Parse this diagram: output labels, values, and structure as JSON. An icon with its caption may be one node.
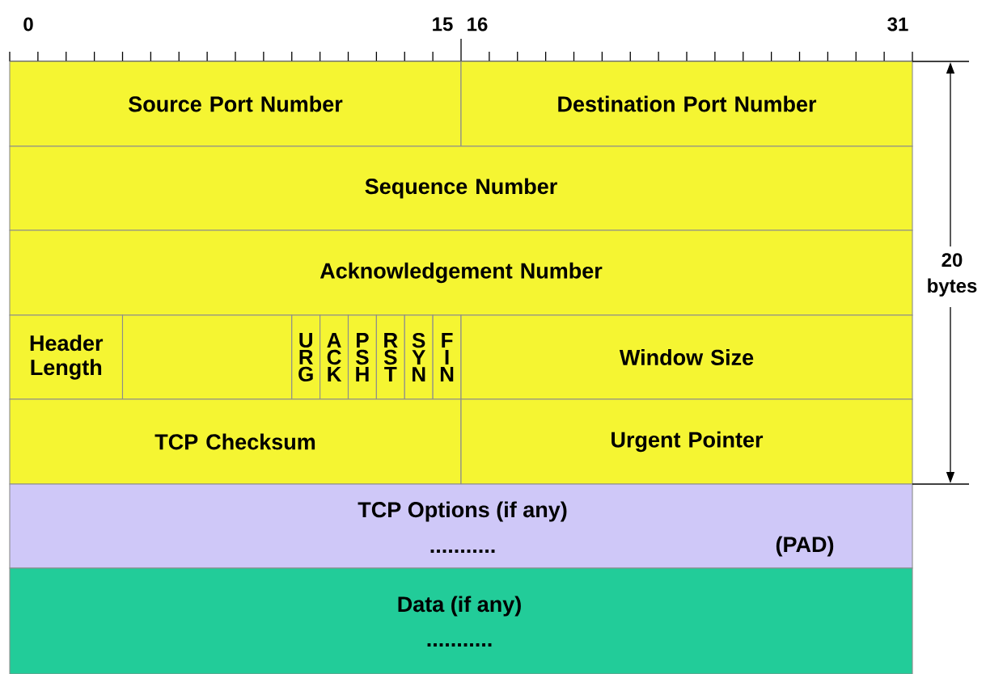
{
  "diagram": {
    "nodes": [
      {
        "text": [
          "Source Port Number"
        ]
      },
      {
        "text": [
          "Destination Port Number"
        ]
      },
      {
        "text": [
          "Sequence Number"
        ]
      },
      {
        "text": [
          "Acknowledgement Number"
        ]
      },
      {
        "text": [
          "Header Length"
        ]
      },
      {
        "text": [],
        "shape": "box"
      },
      {
        "text": [
          "U R G"
        ]
      },
      {
        "text": [
          "A C K"
        ]
      },
      {
        "text": [
          "P S H"
        ]
      },
      {
        "text": [
          "R S T"
        ]
      },
      {
        "text": [
          "S Y N"
        ]
      },
      {
        "text": [
          "F I N"
        ]
      },
      {
        "text": [
          "Window Size"
        ]
      },
      {
        "text": [
          "TCP Checksum"
        ]
      },
      {
        "text": [
          "Urgent Pointer"
        ]
      },
      {
        "text": [
          "TCP Options (if any)",
          "...........",
          "(PAD)"
        ]
      },
      {
        "text": [
          "Data (if any)",
          "..........."
        ]
      }
    ],
    "edges": [],
    "labels": [
      "0",
      "15",
      "16",
      "31",
      "20 bytes"
    ]
  }
}
